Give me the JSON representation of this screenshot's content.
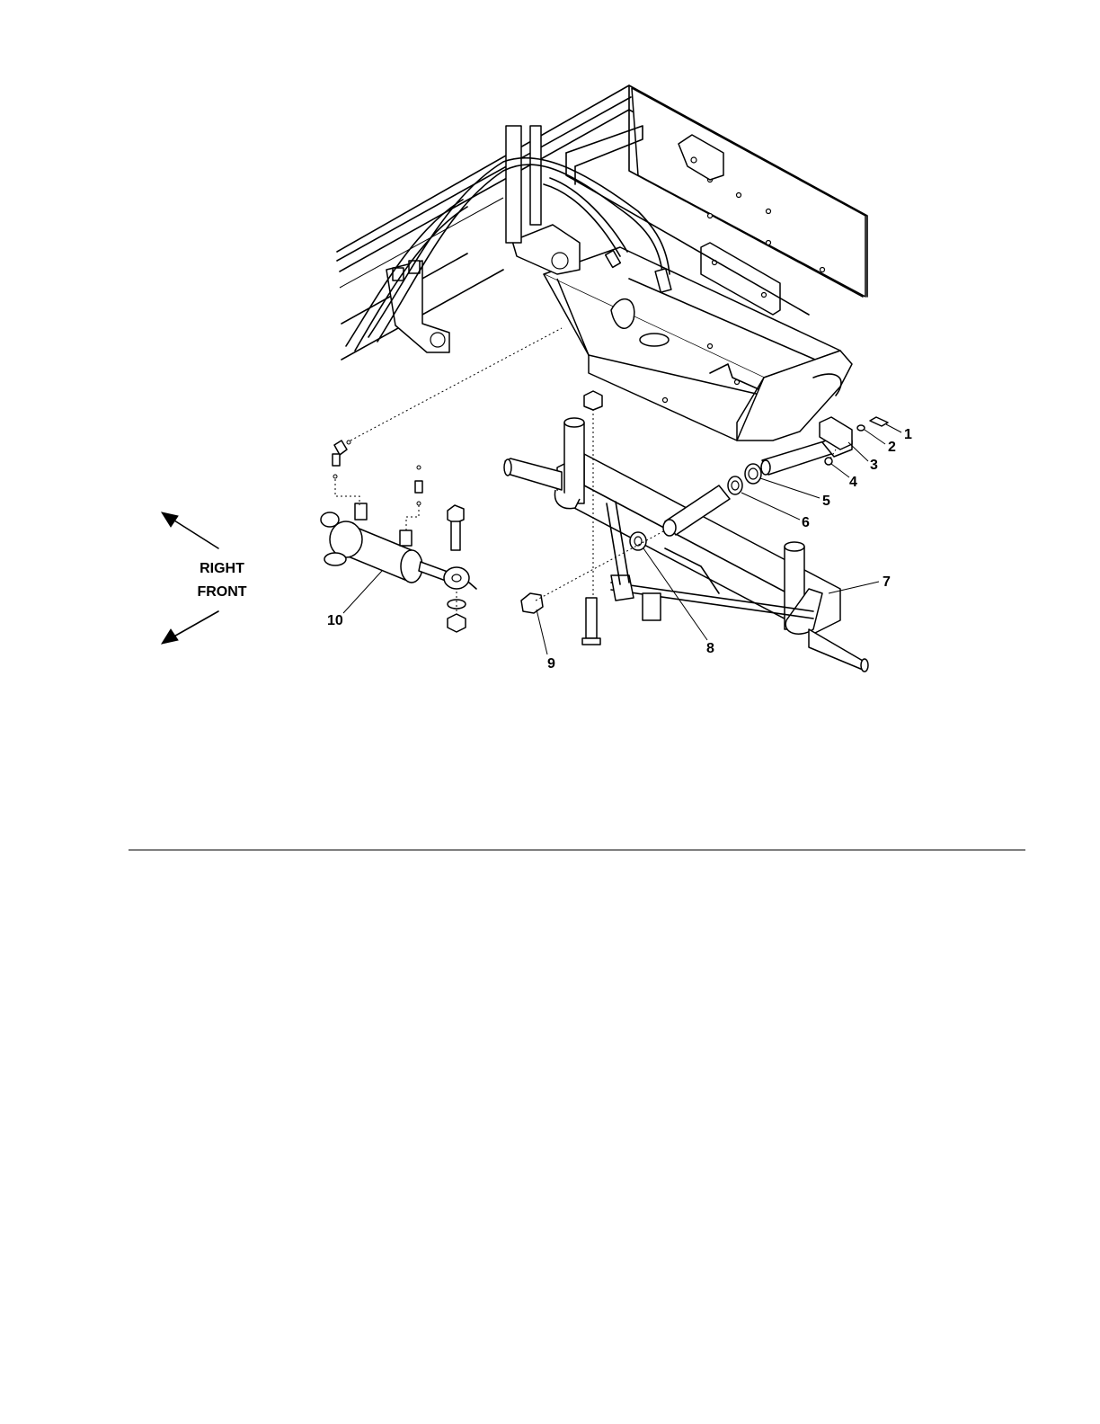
{
  "direction": {
    "line1": "RIGHT",
    "line2": "FRONT"
  },
  "callouts": [
    "1",
    "2",
    "3",
    "4",
    "5",
    "6",
    "7",
    "8",
    "9",
    "10"
  ]
}
